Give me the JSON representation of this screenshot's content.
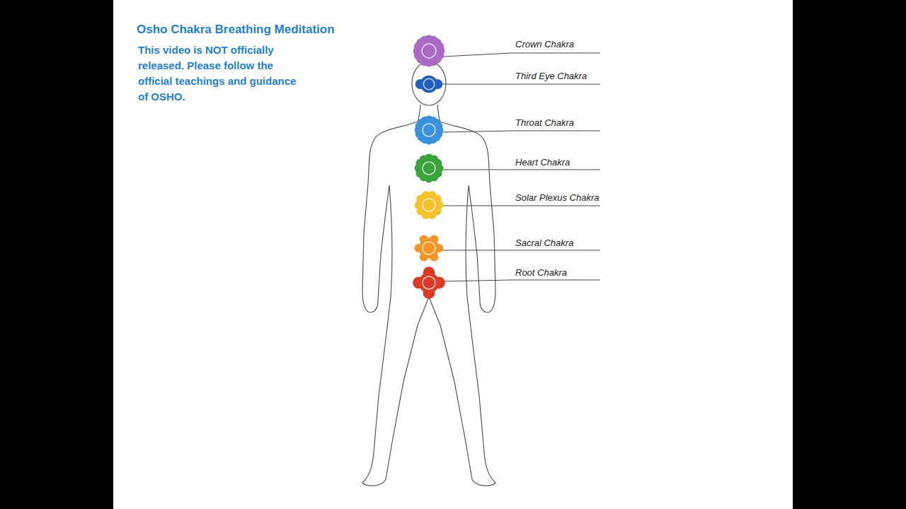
{
  "diagram": {
    "title": "Osho Chakra Breathing Meditation",
    "labels": [
      "This video is NOT officially released. Please follow the official teachings and guidance of OSHO.",
      "Crown Chakra",
      "Third Eye Chakra",
      "Throat Chakra",
      "Heart Chakra",
      "Solar Plexus Chakra",
      "Sacral Chakra",
      "Root Chakra"
    ]
  }
}
